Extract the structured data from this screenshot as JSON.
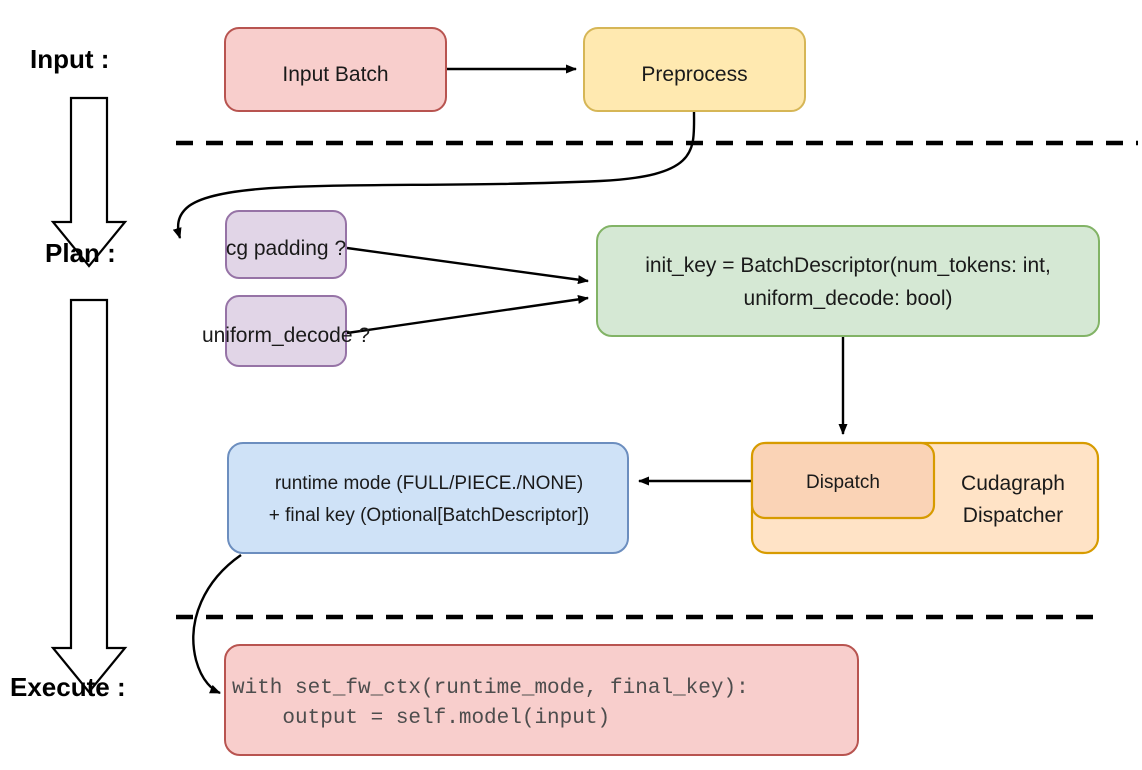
{
  "diagram": {
    "title": "vLLM cudagraph dispatch pipeline",
    "stages": [
      {
        "id": "input",
        "label": "Input :"
      },
      {
        "id": "plan",
        "label": "Plan :"
      },
      {
        "id": "execute",
        "label": "Execute :"
      }
    ],
    "nodes": {
      "input_batch": {
        "label": "Input Batch",
        "fill": "#f8cecc",
        "stroke": "#b85450"
      },
      "preprocess": {
        "label": "Preprocess",
        "fill": "#ffe9b0",
        "stroke": "#d6b656"
      },
      "cg_padding": {
        "label": "cg padding ?",
        "fill": "#e1d5e7",
        "stroke": "#9673a6"
      },
      "uniform_decode": {
        "label": "uniform_decode ?",
        "fill": "#e1d5e7",
        "stroke": "#9673a6"
      },
      "init_key": {
        "fill": "#d5e8d4",
        "stroke": "#82b366",
        "line1": "init_key = BatchDescriptor(num_tokens: int,",
        "line2": "uniform_decode: bool)"
      },
      "cudagraph_dispatcher": {
        "line1": "Cudagraph",
        "line2": "Dispatcher",
        "fill": "#ffe3c6",
        "stroke": "#d79b00"
      },
      "dispatch": {
        "label": "Dispatch",
        "fill": "#fad3b6",
        "stroke": "#d79b00"
      },
      "runtime_mode": {
        "fill": "#cfe2f7",
        "stroke": "#6c8ebf",
        "line1": "runtime mode (FULL/PIECE./NONE)",
        "line2": "+ final key (Optional[BatchDescriptor])"
      },
      "execute_code": {
        "fill": "#f8cecc",
        "stroke": "#b85450",
        "line1": "with set_fw_ctx(runtime_mode, final_key):",
        "line2": "    output = self.model(input)"
      }
    },
    "colors": {
      "edge": "#000000",
      "divider": "#000000",
      "background": "#ffffff"
    }
  }
}
